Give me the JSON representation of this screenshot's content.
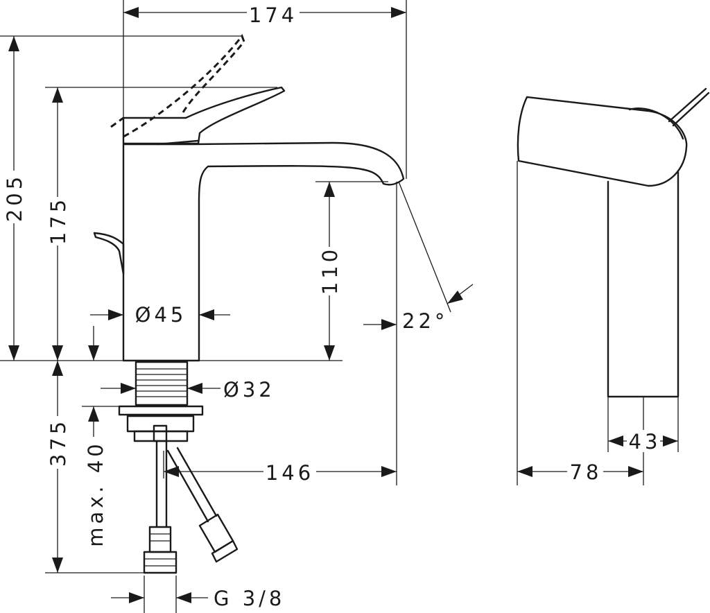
{
  "dimensions": {
    "total_width": "174",
    "max_height_lever_open": "205",
    "height": "175",
    "spout_height": "110",
    "spout_angle": "22°",
    "body_diameter": "Ø45",
    "shank_diameter": "Ø32",
    "installation_depth": "375",
    "max_counter_thickness": "max. 40",
    "spout_projection": "146",
    "connection_thread": "G 3/8",
    "side_depth": "78",
    "side_base_width": "43"
  }
}
